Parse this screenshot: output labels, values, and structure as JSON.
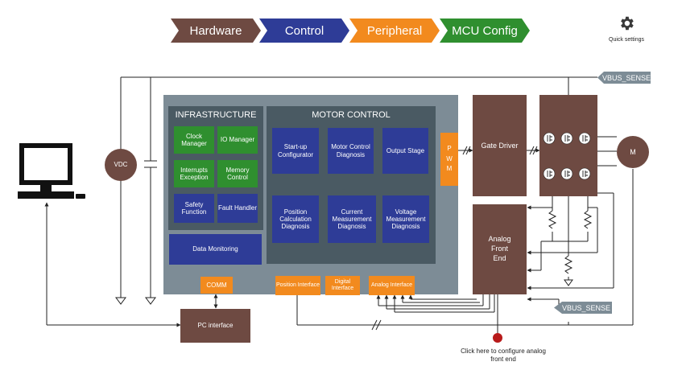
{
  "nav": {
    "tabs": [
      {
        "label": "Hardware",
        "color": "#6e4a42"
      },
      {
        "label": "Control",
        "color": "#2e3c97"
      },
      {
        "label": "Peripheral",
        "color": "#f28a1e"
      },
      {
        "label": "MCU Config",
        "color": "#2f8f2f"
      }
    ],
    "quick_settings_label": "Quick settings",
    "quick_settings_icon": "gear-icon"
  },
  "diagram": {
    "infrastructure": {
      "title": "INFRASTRUCTURE",
      "items": [
        "Clock Manager",
        "IO Manager",
        "Interrupts Exception",
        "Memory Control",
        "Safety Function",
        "Fault Handler"
      ]
    },
    "data_monitoring": "Data Monitoring",
    "motor_control": {
      "title": "MOTOR CONTROL",
      "top": [
        "Start-up Configurator",
        "Motor Control Diagnosis",
        "Output Stage"
      ],
      "bottom": [
        "Position Calculation Diagnosis",
        "Current Measurement Diagnosis",
        "Voltage Measurement Diagnosis"
      ]
    },
    "pwm": "P W M",
    "interfaces": [
      "COMM",
      "Position Interface",
      "Digital Interface",
      "Analog Interface"
    ],
    "vdc": "VDC",
    "gate_driver": "Gate Driver",
    "motor": "M",
    "afe": "Analog Front End",
    "pc_interface": "PC interface",
    "vbus_sense_top": "VBUS_SENSE",
    "vbus_sense_bottom": "VBUS_SENSE",
    "click_note": "Click here to configure analog front end"
  },
  "colors": {
    "infra_green": "#2f8f2f",
    "control_blue": "#2e3c97",
    "interface_orange": "#f28a1e",
    "hardware_brown": "#6e4a42",
    "panel_grey": "#7d8c96",
    "panel_dark": "#4a5a63"
  }
}
